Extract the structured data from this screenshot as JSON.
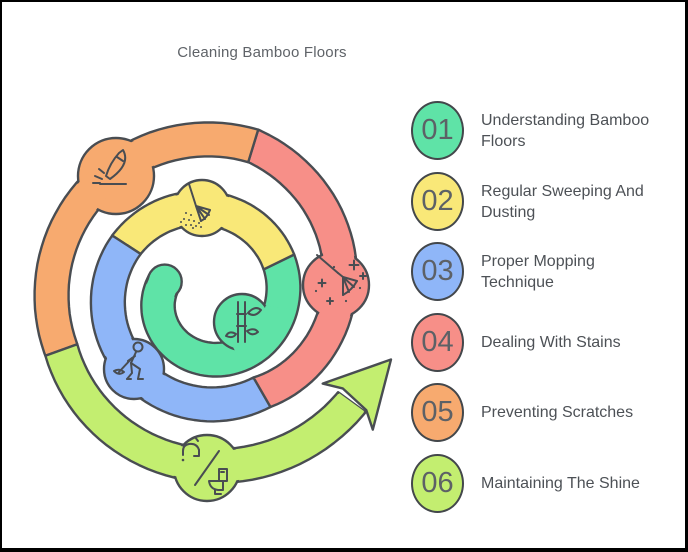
{
  "title": "Cleaning Bamboo Floors",
  "spiral": {
    "outline_color": "#494d52"
  },
  "steps": [
    {
      "number": "01",
      "label": "Understanding Bamboo Floors",
      "color": "#5fe3a7",
      "icon": "bamboo-icon"
    },
    {
      "number": "02",
      "label": "Regular Sweeping And Dusting",
      "color": "#f9e878",
      "icon": "duster-icon"
    },
    {
      "number": "03",
      "label": "Proper Mopping Technique",
      "color": "#8fb6f8",
      "icon": "mopping-person-icon"
    },
    {
      "number": "04",
      "label": "Dealing With Stains",
      "color": "#f78f88",
      "icon": "broom-sparkles-icon"
    },
    {
      "number": "05",
      "label": "Preventing Scratches",
      "color": "#f7aa6f",
      "icon": "knife-scratch-icon"
    },
    {
      "number": "06",
      "label": "Maintaining The Shine",
      "color": "#c3ee70",
      "icon": "faucet-toilet-icon"
    }
  ]
}
